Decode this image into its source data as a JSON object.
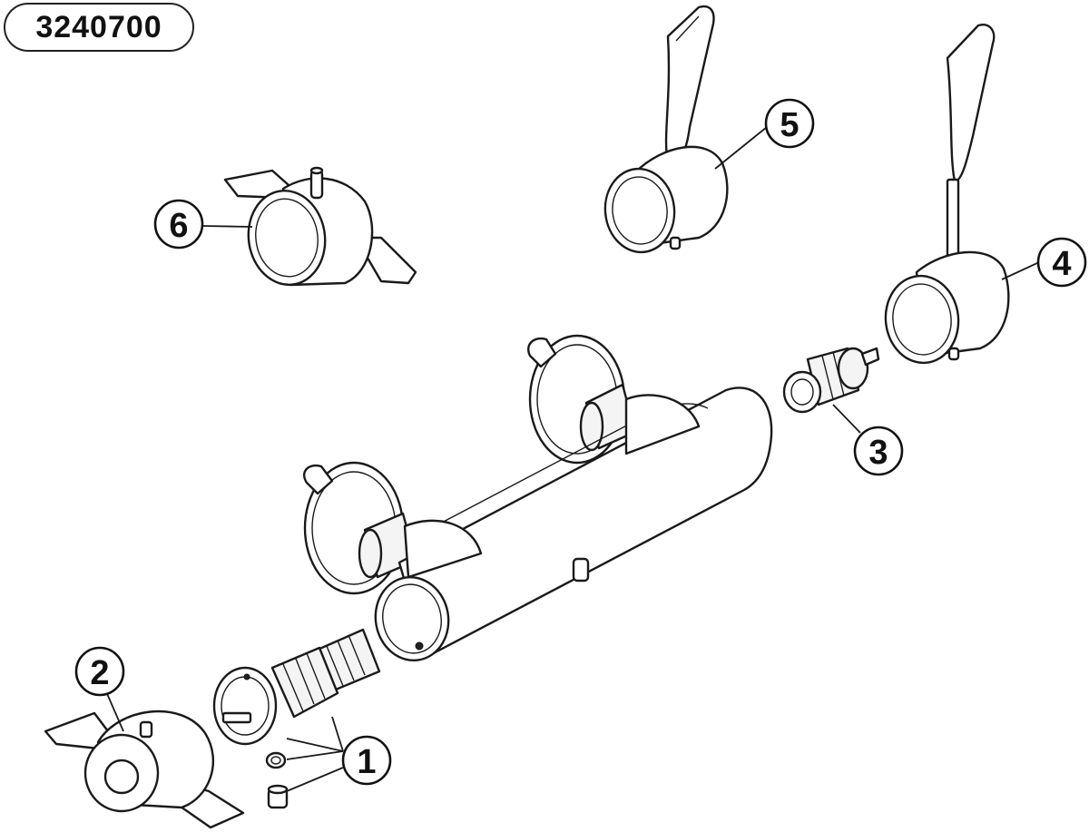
{
  "reference": "3240700",
  "callouts": {
    "c1": "1",
    "c2": "2",
    "c3": "3",
    "c4": "4",
    "c5": "5",
    "c6": "6"
  }
}
